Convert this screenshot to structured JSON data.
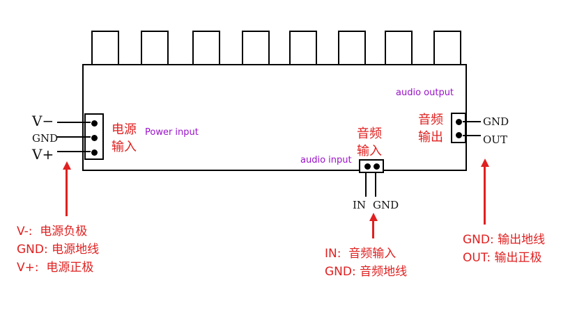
{
  "power": {
    "pins": [
      "V−",
      "GND",
      "V+"
    ],
    "label_cn": [
      "电源",
      "输入"
    ],
    "label_en": "Power input",
    "legend": [
      "V-:  电源负极",
      "GND: 电源地线",
      "V+:  电源正极"
    ]
  },
  "audio_in": {
    "label_cn": [
      "音频",
      "输入"
    ],
    "label_en": "audio input",
    "pins": [
      "IN",
      "GND"
    ],
    "legend": [
      "IN:  音频输入",
      "GND: 音频地线"
    ]
  },
  "audio_out": {
    "label_cn": [
      "音频",
      "输出"
    ],
    "label_en": "audio output",
    "pins": [
      "GND",
      "OUT"
    ],
    "legend": [
      "GND: 输出地线",
      "OUT: 输出正极"
    ]
  },
  "colors": {
    "annotation": "#e02020",
    "english_label": "#9a12c8",
    "outline": "#000000"
  }
}
